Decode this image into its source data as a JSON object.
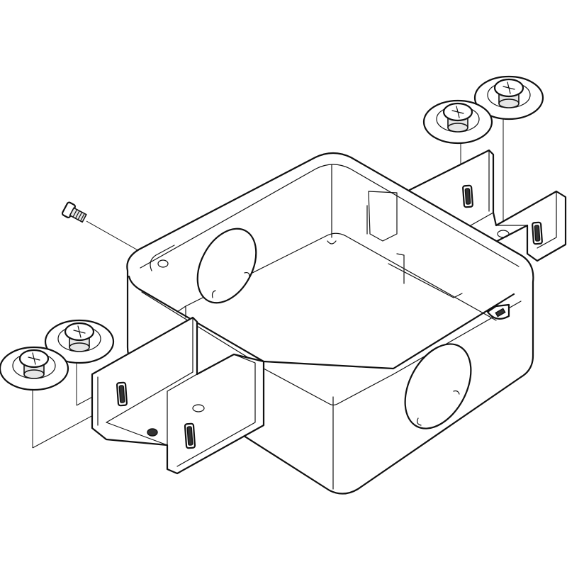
{
  "diagram": {
    "parts": [
      {
        "id": "junction-box",
        "icon": "electrical-box-icon"
      },
      {
        "id": "mounting-bracket-left",
        "icon": "bracket-icon"
      },
      {
        "id": "mounting-bracket-right",
        "icon": "bracket-icon"
      },
      {
        "id": "ground-screw",
        "icon": "screw-icon"
      },
      {
        "id": "bracket-screws",
        "icon": "washer-screw-icon",
        "count": 4
      }
    ],
    "colors": {
      "line": "#111111",
      "fill": "#ffffff",
      "shade": "#e6e6e6"
    }
  }
}
